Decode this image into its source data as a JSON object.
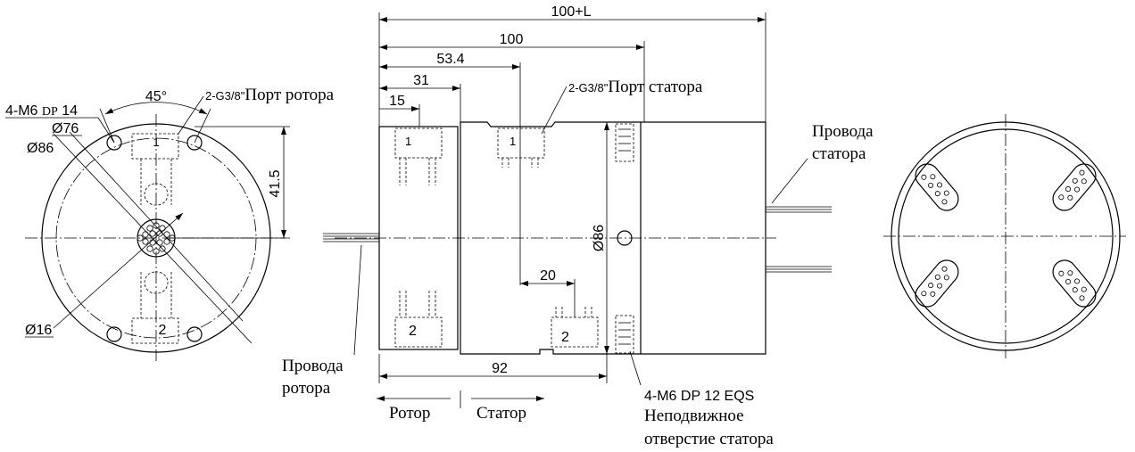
{
  "left_view": {
    "angle": "45°",
    "rotor_port_code": "2-G3/8\"",
    "rotor_port_label": "Порт ротора",
    "thread_spec_prefix": "4-M6",
    "thread_spec_dp": "DP",
    "thread_spec_depth": "14",
    "dia_76": "Ø76",
    "dia_86": "Ø86",
    "dia_16": "Ø16",
    "dim_41_5": "41.5",
    "port_1": "1",
    "port_2": "2"
  },
  "side_view": {
    "dim_total": "100+L",
    "dim_100": "100",
    "dim_53_4": "53.4",
    "dim_31": "31",
    "dim_15": "15",
    "dim_20": "20",
    "dim_92": "92",
    "dia_86": "Ø86",
    "stator_port_code": "2-G3/8\"",
    "stator_port_label": "Порт статора",
    "port_1": "1",
    "port_2": "2",
    "rotor_wires_line1": "Провода",
    "rotor_wires_line2": "ротора",
    "stator_wires_line1": "Провода",
    "stator_wires_line2": "статора",
    "rotor_label": "Ротор",
    "stator_label": "Статор",
    "fix_hole_spec": "4-M6 DP 12 EQS",
    "fix_hole_line1": "Неподвижное",
    "fix_hole_line2": "отверстие статора"
  }
}
